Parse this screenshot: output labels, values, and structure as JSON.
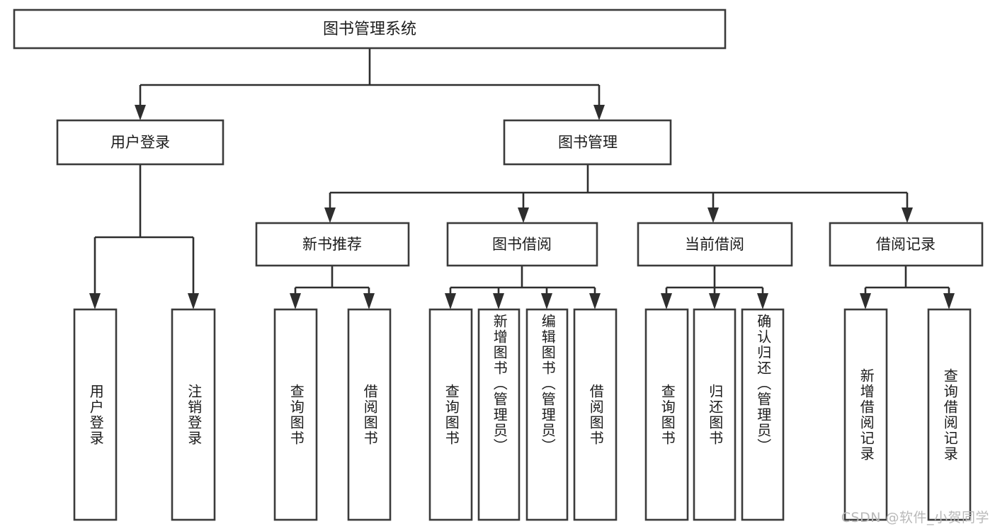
{
  "diagram": {
    "type": "tree-hierarchy",
    "orientation": "top-down",
    "title": "图书管理系统",
    "background_color": "#ffffff",
    "box_stroke_color": "#3b3b3b",
    "box_fill_color": "#ffffff",
    "connector_color": "#2e2e2e",
    "text_color": "#1b1b1b",
    "root": {
      "label": "图书管理系统"
    },
    "level2": [
      {
        "label": "用户登录"
      },
      {
        "label": "图书管理"
      }
    ],
    "level3": [
      {
        "label": "新书推荐"
      },
      {
        "label": "图书借阅"
      },
      {
        "label": "当前借阅"
      },
      {
        "label": "借阅记录"
      }
    ],
    "leaves": {
      "user_login": [
        {
          "label": "用户登录"
        },
        {
          "label": "注销登录"
        }
      ],
      "new_book_recommend": [
        {
          "label": "查询图书"
        },
        {
          "label": "借阅图书"
        }
      ],
      "book_borrow": [
        {
          "label": "查询图书"
        },
        {
          "label": "新增图书（管理员）"
        },
        {
          "label": "编辑图书（管理员）"
        },
        {
          "label": "借阅图书"
        }
      ],
      "current_borrow": [
        {
          "label": "查询图书"
        },
        {
          "label": "归还图书"
        },
        {
          "label": "确认归还（管理员）"
        }
      ],
      "borrow_record": [
        {
          "label": "新增借阅记录"
        },
        {
          "label": "查询借阅记录"
        }
      ]
    }
  },
  "watermark": {
    "text": "CSDN @软件_小贺同学"
  }
}
